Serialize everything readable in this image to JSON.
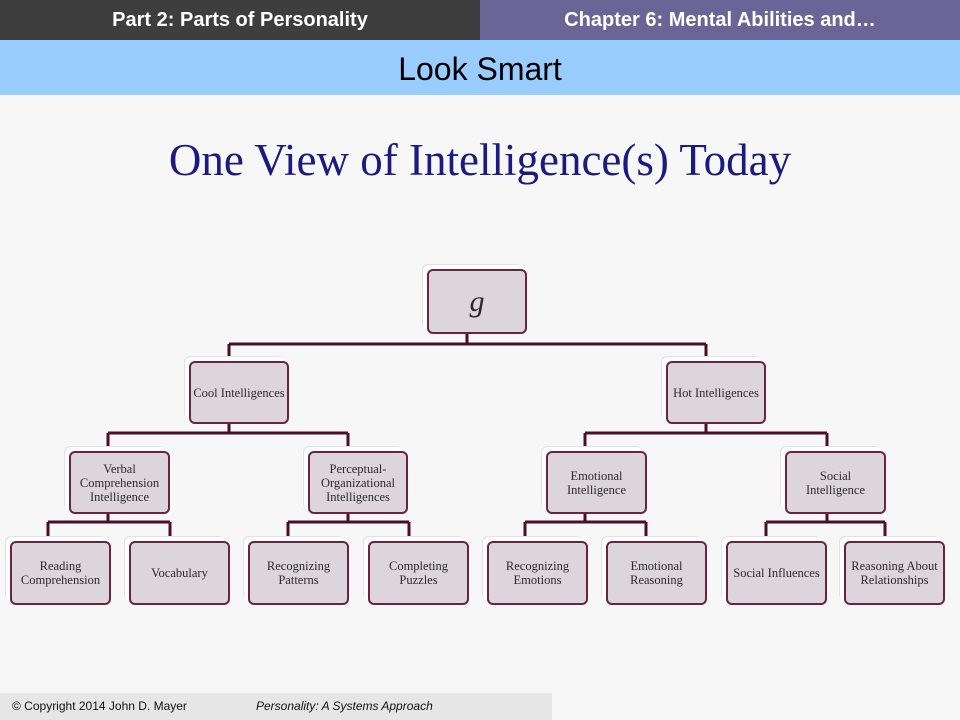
{
  "header": {
    "part": "Part 2:  Parts of Personality",
    "chapter": "Chapter 6: Mental Abilities and…"
  },
  "subtitle": "Look Smart",
  "slide_title": "One View of Intelligence(s) Today",
  "tree": {
    "root": "g",
    "cool": "Cool Intelligences",
    "hot": "Hot Intelligences",
    "verbal": "Verbal Comprehension Intelligence",
    "perceptual": "Perceptual-Organizational Intelligences",
    "emotional": "Emotional Intelligence",
    "social": "Social Intelligence",
    "reading": "Reading Comprehension",
    "vocabulary": "Vocabulary",
    "recog_patterns": "Recognizing Patterns",
    "completing": "Completing Puzzles",
    "recog_emotions": "Recognizing Emotions",
    "emo_reasoning": "Emotional Reasoning",
    "social_influences": "Social Influences",
    "reasoning_rel": "Reasoning About Relationships"
  },
  "colors": {
    "header_left": "#3e3e3e",
    "header_right": "#6b6496",
    "subtitle_bar": "#99ccff",
    "title_text": "#1a1a80",
    "node_fill": "#dcd6dc",
    "node_border": "#6b2440",
    "connector": "#4a0f26"
  },
  "footer": {
    "copyright": "© Copyright 2014  John D. Mayer",
    "book": "Personality: A Systems Approach"
  }
}
